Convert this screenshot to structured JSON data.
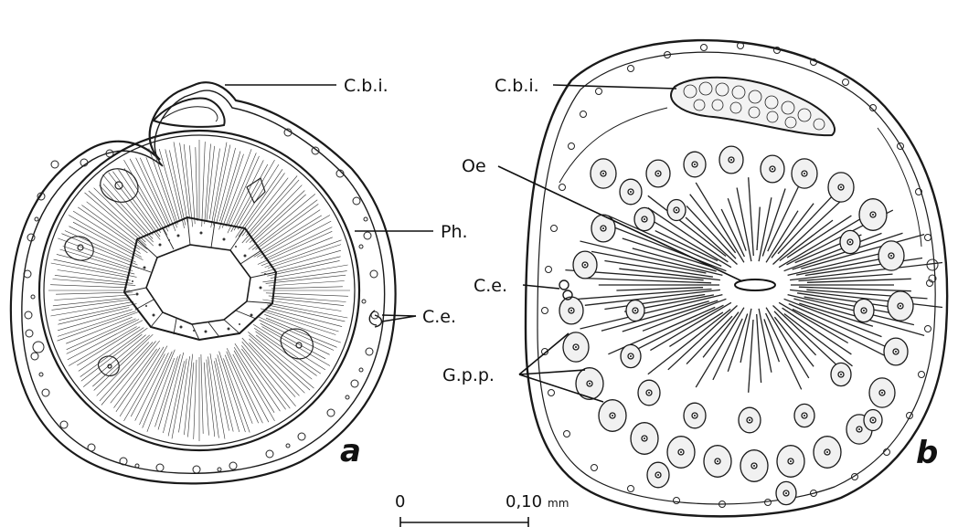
{
  "figure": {
    "panel_a": "a",
    "panel_b": "b",
    "labels": {
      "cbi_a": "C.b.i.",
      "cbi_b": "C.b.i.",
      "oe": "Oe",
      "ph": "Ph.",
      "ce_1": "C.e.",
      "ce_2": "C.e.",
      "gpp": "G.p.p."
    },
    "scale_bar": {
      "start": "0",
      "end": "0,10",
      "unit": "mm"
    }
  }
}
